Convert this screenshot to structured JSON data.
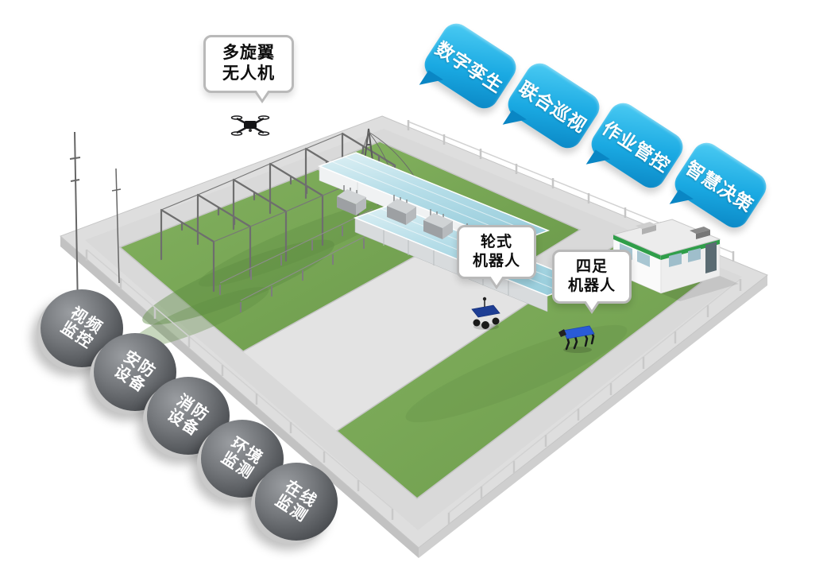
{
  "callouts": {
    "drone": {
      "line1": "多旋翼",
      "line2": "无人机"
    },
    "wheeled_robot": {
      "line1": "轮式",
      "line2": "机器人"
    },
    "quadruped_robot": {
      "line1": "四足",
      "line2": "机器人"
    }
  },
  "feature_bubbles": [
    {
      "label": "数字孪生"
    },
    {
      "label": "联合巡视"
    },
    {
      "label": "作业管控"
    },
    {
      "label": "智慧决策"
    }
  ],
  "device_disks": [
    {
      "line1": "视频",
      "line2": "监控"
    },
    {
      "line1": "安防",
      "line2": "设备"
    },
    {
      "line1": "消防",
      "line2": "设备"
    },
    {
      "line1": "环境",
      "line2": "监测"
    },
    {
      "line1": "在线",
      "line2": "监测"
    }
  ],
  "figures": {
    "drone_icon": "multirotor-drone",
    "wheeled_robot_icon": "wheeled-inspection-robot",
    "quadruped_robot_icon": "quadruped-robot"
  },
  "colors": {
    "feature_bubble_blue": "#18a6e0",
    "device_disk_gray": "#55585c",
    "grass_green": "#76a453",
    "road_gray": "#d9d9d9",
    "hall_roof_blue": "#b5dde8",
    "building_trim_green": "#2f9e49",
    "callout_border_gray": "#b9b9b9"
  }
}
